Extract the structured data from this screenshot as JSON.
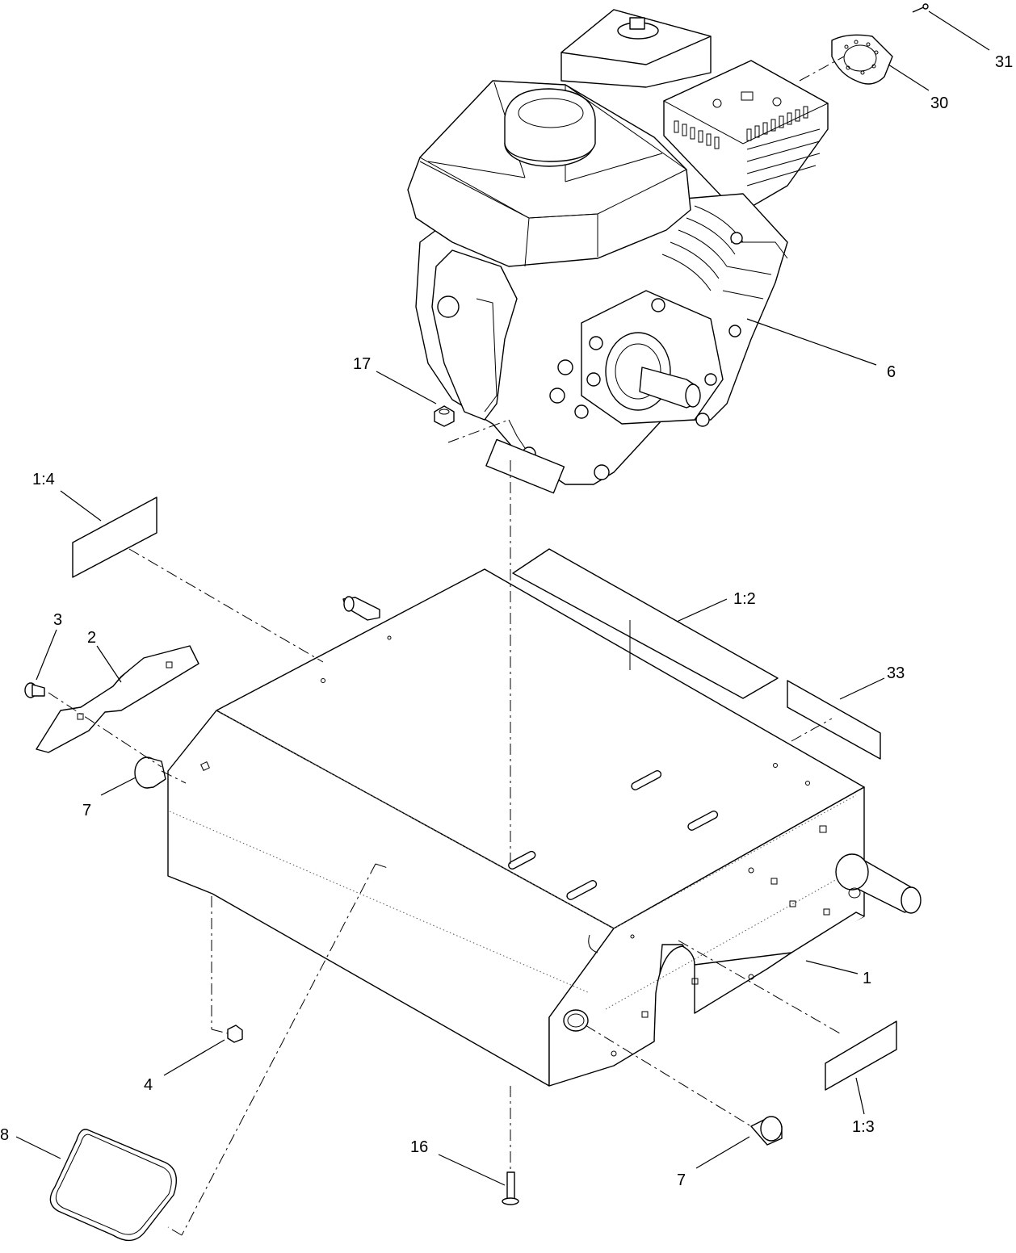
{
  "callouts": [
    {
      "key": "p31",
      "label": "31"
    },
    {
      "key": "p30",
      "label": "30"
    },
    {
      "key": "p6",
      "label": "6"
    },
    {
      "key": "p17",
      "label": "17"
    },
    {
      "key": "p1_4",
      "label": "1:4"
    },
    {
      "key": "p1_2",
      "label": "1:2"
    },
    {
      "key": "p33",
      "label": "33"
    },
    {
      "key": "p3",
      "label": "3"
    },
    {
      "key": "p2",
      "label": "2"
    },
    {
      "key": "p7a",
      "label": "7"
    },
    {
      "key": "p1",
      "label": "1"
    },
    {
      "key": "p4",
      "label": "4"
    },
    {
      "key": "p1_3",
      "label": "1:3"
    },
    {
      "key": "p8",
      "label": "8"
    },
    {
      "key": "p16",
      "label": "16"
    },
    {
      "key": "p7b",
      "label": "7"
    }
  ]
}
